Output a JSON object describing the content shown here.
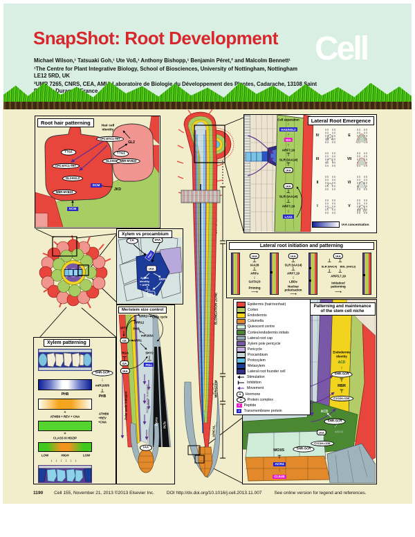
{
  "icons": {
    "up": "↑",
    "down": "↓",
    "bar_up": "⊤",
    "bar_down": "⊥",
    "right": "⟶"
  },
  "header": {
    "title": "SnapShot: Root Development",
    "authors": "Michael Wilson,¹ Tatsuaki Goh,¹ Ute Voß,¹ Anthony Bishopp,¹ Benjamin Péret,² and Malcolm Bennett¹",
    "affil1": "¹The Centre for Plant Integrative Biology, School of Biosciences, University of Nottingham, Nottingham LE12 5RD, UK",
    "affil2": "²UMR 7265, CNRS, CEA, AMU, Laboratoire de Biologie du Développement des Plantes, Cadarache, 13108 Saint Paul lez Durance, France",
    "logo": "Cell",
    "title_color": "#d7262c",
    "header_bg": "#d9efe4"
  },
  "zones": {
    "dz": "DIFFERENTIATION ZONE",
    "ez": "ELONGATION ZONE",
    "bm": "BASAL MERISTEM",
    "am": "APICAL MERISTEM"
  },
  "rhp": {
    "title": "Root hair patterning",
    "heading1": "Hair cell",
    "heading2": "identity",
    "ttg1_l": "TTG1",
    "cpc_l": "CPC-ETC1-TRY",
    "gl3_l": "GL3-EGL3",
    "wer_l": "WER-MYB23",
    "scm_l": "SCM",
    "cpc_r": "CPC-ETC1-TRY",
    "gl2": "GL2",
    "ttg1_r": "TTG1",
    "gl3_r": "GL3-EGL3",
    "wer_r": "WER-MYB23",
    "scm_r": "SCM",
    "jkd": "JKD"
  },
  "xvp": {
    "title": "Xylem vs procambium",
    "ck": "CK",
    "iaa": "IAA",
    "pin": "PIN7",
    "iaa_in": "IAA",
    "xylem1": "Xylem",
    "xylem2": "identity",
    "xylem3": "+ AHP6",
    "arf5": "ARF5",
    "ck_in": "CK"
  },
  "xp": {
    "title": "Xylem patterning",
    "shr_scr": "SHR-SCR",
    "mir": "miR165/6",
    "phb_r": "PHB",
    "phb_bar": "PHB",
    "plus": "+",
    "athb_line": "ATHB8 + REV + CNA",
    "eq": "=",
    "class3": "CLASS III HDZIP",
    "stack1": "ATHB8",
    "stack2": "+REV",
    "stack3": "+CNA",
    "low1": "LOW",
    "high": "HIGH",
    "low2": "LOW"
  },
  "msc": {
    "title": "Meristem size control",
    "arr2": "ARR2",
    "endocycle": "Endo cycle",
    "arr12": "ARR12",
    "phb": "PHB",
    "mir165a": "miR165A",
    "ip t7": "IPT7",
    "ipt7": "IPT7",
    "ck": "CK",
    "arr1": "ARR1",
    "rga": "RGA",
    "ga": "GA",
    "iaa": "IAA",
    "shy2": "SHY2",
    "pins": "PINs",
    "pat1": "Polar auxin transport",
    "pat2": "Polar auxin transport",
    "rgas": "RGAs",
    "plts": "PLTs",
    "iaa_tip": "IAA"
  },
  "lre": {
    "title": "Lateral Root Emergence",
    "cell_sep": "Cell separation",
    "hae": "HAE/HSL2",
    "ida": "IDA",
    "arf_t": "ARF7,19",
    "slr_t": "SLR (IAA14)",
    "iaa_t": "IAA",
    "iaa_b": "IAA",
    "slr_b": "SLR (IAA14)",
    "arf_b": "ARF7,19",
    "lax3": "LAX3",
    "stages": [
      "IV",
      "E",
      "III",
      "VII",
      "II",
      "VI",
      "I",
      "V"
    ],
    "conc": "IAA concentration"
  },
  "lri": {
    "title": "Lateral root initiation and patterning",
    "c1": {
      "iaa": "IAA",
      "n1": "IAA28",
      "n2": "ARFs",
      "n3": "GATA23",
      "cap": "Priming"
    },
    "c2": {
      "iaa": "IAA",
      "n1": "SLR (IAA14)",
      "n2": "ARF7,19",
      "n3": "LBDs",
      "cap": "Nuclear polarisation"
    },
    "c3": {
      "iaa": "IAA",
      "n1": "SLR (IAA14)",
      "n1b": "BDL (IAA12)",
      "n2": "ARF5,7,19",
      "cap": "Initiation/ patterning"
    }
  },
  "legend": {
    "colors": [
      {
        "label": "Epidermis (hair/nonhair)",
        "color": "#e8453c"
      },
      {
        "label": "Cortex",
        "color": "#b3cc67"
      },
      {
        "label": "Endodermis",
        "color": "#f2d41e"
      },
      {
        "label": "Columella",
        "color": "#e2892b"
      },
      {
        "label": "Quiescent centre",
        "color": "#cfecd9"
      },
      {
        "label": "Cortex/endodermis initials",
        "color": "#4a8932"
      },
      {
        "label": "Lateral root cap",
        "color": "#93a7b4"
      },
      {
        "label": "Xylem pole pericycle",
        "color": "#7a58a8"
      },
      {
        "label": "Pericycle",
        "color": "#c6aede"
      },
      {
        "label": "Procambium",
        "color": "#c6d8da"
      },
      {
        "label": "Protoxylem",
        "color": "#63c0e4"
      },
      {
        "label": "Metaxylem",
        "color": "#1b3e95"
      },
      {
        "label": "Lateral root founder cell",
        "color": "#332d88"
      }
    ],
    "symbols": [
      {
        "label": "Stimulation"
      },
      {
        "label": "Inhibition"
      },
      {
        "label": "Movement"
      },
      {
        "label": "Hormone",
        "letter": "H"
      },
      {
        "label": "Protein complex",
        "letter": "X"
      },
      {
        "label": "Peptide",
        "letter": "Y"
      },
      {
        "label": "Transmembrane protein",
        "letter": "Z"
      }
    ]
  },
  "scn": {
    "t1": "Patterning and maintenance",
    "t2": "of the stem cell niche",
    "endo1": "Endodermis",
    "endo2": "identity",
    "acd1": "ACD",
    "shr_scr1": "SHR-SCR",
    "rbr": "RBR",
    "cycd1": "CYCD6-CDK",
    "acd2": "ACD",
    "shr_scr2": "SHR-SCR",
    "iaa": "IAA",
    "wox5f": "WOX5",
    "cycd2": "CYCD6-CDK",
    "shr": "SHR",
    "shr_scr3": "SHR-SCR",
    "wox5": "WOX5",
    "acr4": "ACR4",
    "cle40": "CLE40"
  },
  "footer": {
    "page_number": "1190",
    "citation": "Cell 155, November 21, 2013 ©2013 Elsevier Inc.",
    "doi": "DOI http://dx.doi.org/10.1016/j.cell.2013.11.007",
    "note": "See online version for legend and references."
  }
}
